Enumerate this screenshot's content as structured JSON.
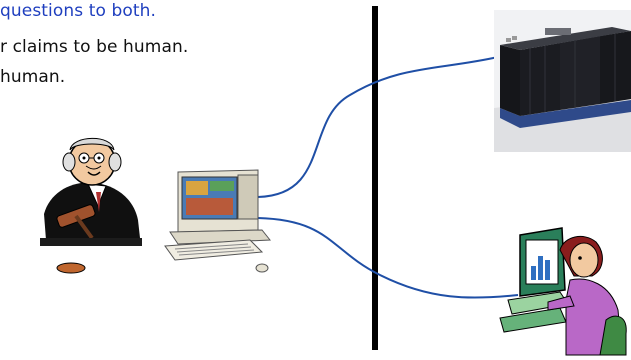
{
  "slide": {
    "lines": [
      "questions to both.",
      "r claims to be human.",
      "human."
    ],
    "accent_color": "#1f3fbf",
    "text_color": "#111111",
    "wire_color": "#1f4fa6"
  },
  "illustrations": {
    "judge": "judge-with-gavel-clipart",
    "terminal": "desktop-computer-clipart",
    "machine": "server-racks-photo",
    "human": "woman-at-computer-clipart"
  }
}
